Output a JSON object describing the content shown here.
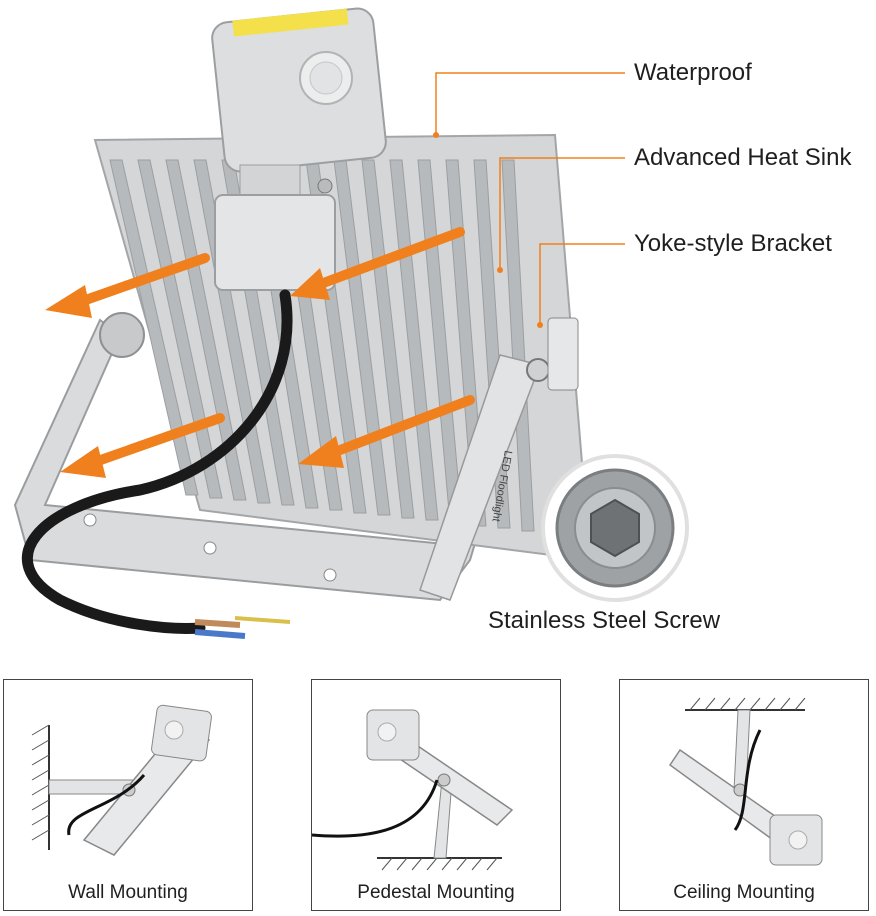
{
  "callouts": {
    "waterproof": "Waterproof",
    "heat_sink": "Advanced Heat Sink",
    "bracket": "Yoke-style Bracket",
    "screw": "Stainless Steel Screw"
  },
  "product_label": "LED Floodlight",
  "mounting": [
    {
      "caption": "Wall Mounting"
    },
    {
      "caption": "Pedestal Mounting"
    },
    {
      "caption": "Ceiling Mounting"
    }
  ],
  "colors": {
    "accent_orange": "#f0801e",
    "body_gray": "#d6d8d9",
    "fin_gray": "#b9bcbe",
    "cable_black": "#1a1a1a"
  }
}
